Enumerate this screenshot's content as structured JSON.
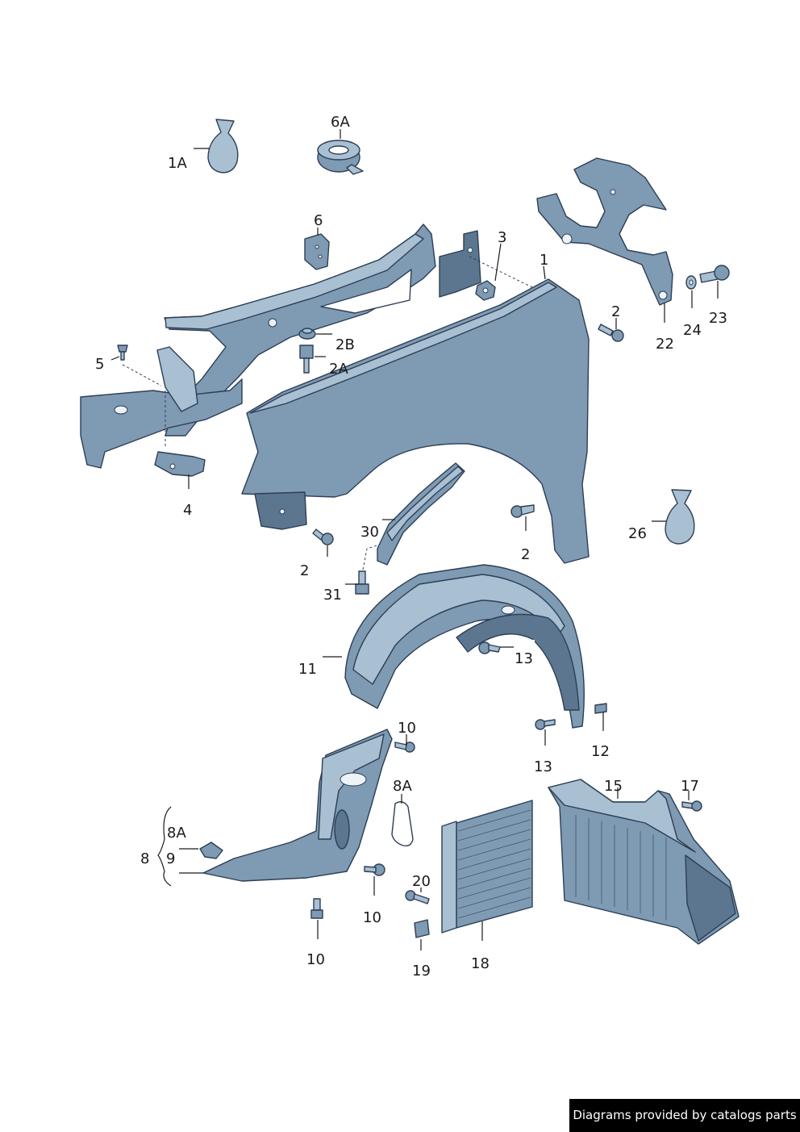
{
  "labels": {
    "p1": "1",
    "p1A": "1A",
    "p2_top": "2",
    "p2_right": "2",
    "p2_left": "2",
    "p2A": "2A",
    "p2B": "2B",
    "p3": "3",
    "p4": "4",
    "p5": "5",
    "p6": "6",
    "p6A": "6A",
    "p8": "8",
    "p8A_left": "8A",
    "p8A_right": "8A",
    "p9": "9",
    "p10_top": "10",
    "p10_mid": "10",
    "p10_bottom": "10",
    "p11": "11",
    "p12": "12",
    "p13_inner": "13",
    "p13_lower": "13",
    "p15": "15",
    "p17": "17",
    "p18": "18",
    "p19": "19",
    "p20": "20",
    "p22": "22",
    "p23": "23",
    "p24": "24",
    "p26": "26",
    "p30": "30",
    "p31": "31"
  },
  "footer": {
    "credit": "Diagrams provided by catalogs parts"
  },
  "colors": {
    "part_fill": "#7f9ab3",
    "part_stroke": "#2c3e55",
    "background": "#ffffff"
  }
}
